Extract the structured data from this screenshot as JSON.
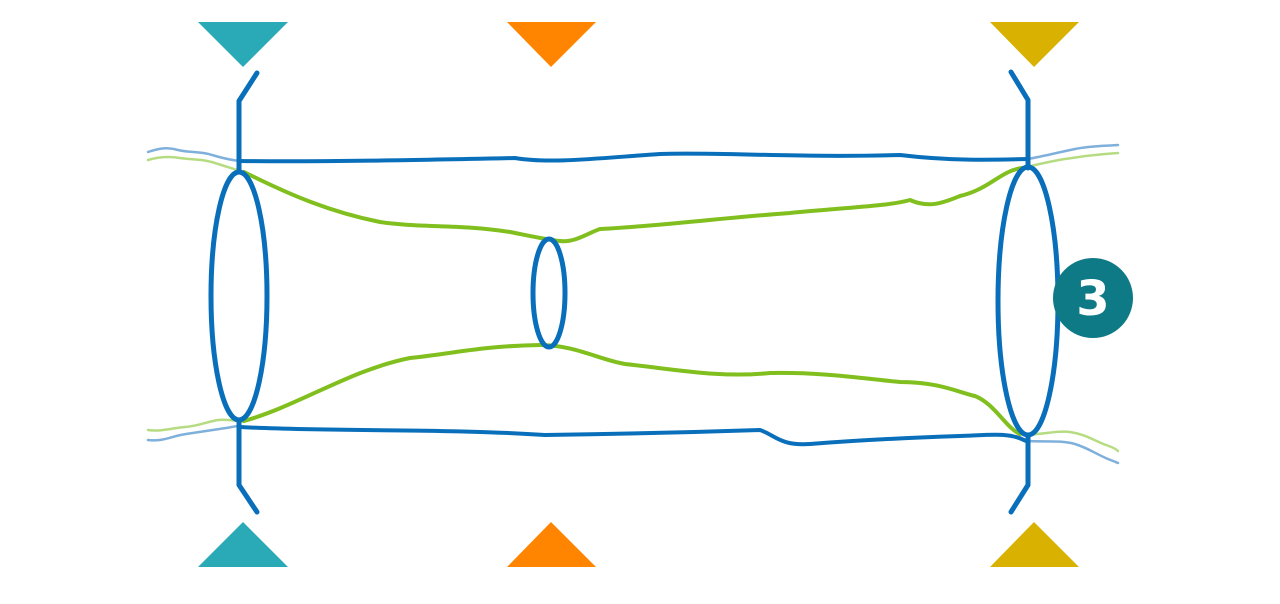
{
  "colors": {
    "background": "#ffffff",
    "structure_blue": "#0a6fba",
    "beam_green": "#80bf1e",
    "beam_light_blue": "#7fb0dc",
    "beam_light_green": "#b6dc82",
    "marker_left": "#2aa9b6",
    "marker_center": "#ff8500",
    "marker_right": "#d9b100",
    "badge_fill": "#0e7a86"
  },
  "markers": [
    {
      "position": "left",
      "color_key": "marker_left"
    },
    {
      "position": "center",
      "color_key": "marker_center"
    },
    {
      "position": "right",
      "color_key": "marker_right"
    }
  ],
  "badge": {
    "label": "3"
  }
}
